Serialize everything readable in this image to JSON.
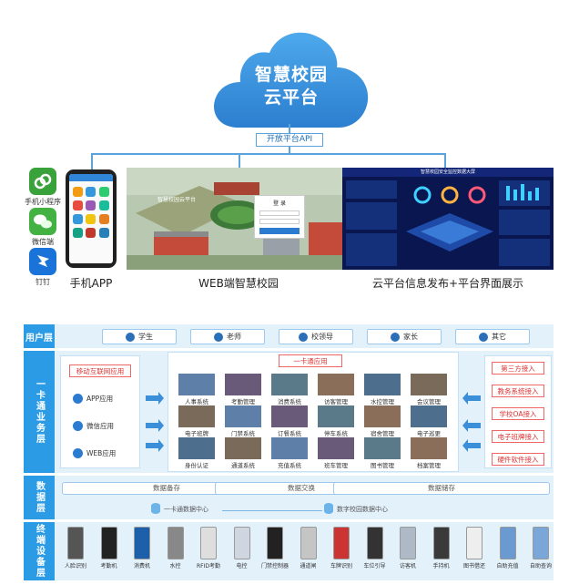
{
  "platform": {
    "title_line1": "智慧校园",
    "title_line2": "云平台",
    "api_label": "开放平台API"
  },
  "clients": {
    "mini_program": "手机小程序",
    "wechat": "微信端",
    "dingtalk": "钉钉",
    "phone_caption": "手机APP",
    "web_caption": "WEB端智慧校园",
    "screen_caption": "云平台信息发布+平台界面展示",
    "web_screen_title": "智慧校园云平台",
    "login_title": "登 录",
    "bigscreen_title": "智慧校园安全监控数据大屏"
  },
  "user_layer": {
    "label": "用户层",
    "users": [
      "学生",
      "老师",
      "校领导",
      "家长",
      "其它"
    ]
  },
  "business_layer": {
    "label": "一卡通业务层",
    "left": {
      "title": "移动互联网应用",
      "items": [
        "APP应用",
        "微信应用",
        "WEB应用"
      ]
    },
    "center": {
      "title": "一卡通应用",
      "modules": [
        "人事系统",
        "考勤管理",
        "消费系统",
        "访客管理",
        "水控管理",
        "会议管理",
        "电子班牌",
        "门禁系统",
        "订餐系统",
        "停车系统",
        "宿舍管理",
        "电子巡更",
        "身份认证",
        "通道系统",
        "充值系统",
        "班车管理",
        "图书管理",
        "档案管理"
      ]
    },
    "right": {
      "title": "第三方接入",
      "items": [
        "教务系统接入",
        "学校OA接入",
        "电子班牌接入",
        "硬件软件接入"
      ]
    }
  },
  "data_layer": {
    "label": "数据层",
    "pills": [
      "数据备存",
      "数据交换",
      "数据储存"
    ],
    "centers": [
      "一卡通数据中心",
      "数字校园数据中心"
    ]
  },
  "terminal_layer": {
    "label": "终端设备层",
    "devices": [
      "人脸识别",
      "考勤机",
      "消费机",
      "水控",
      "RFID考勤",
      "电控",
      "门禁控制器",
      "通道闸",
      "车牌识别",
      "车位引导",
      "访客机",
      "手持机",
      "图书借还",
      "自助充值",
      "自助查询"
    ]
  },
  "colors": {
    "primary": "#2b9be6",
    "cloud": "#3a8fd8",
    "accent_red": "#d33333"
  }
}
